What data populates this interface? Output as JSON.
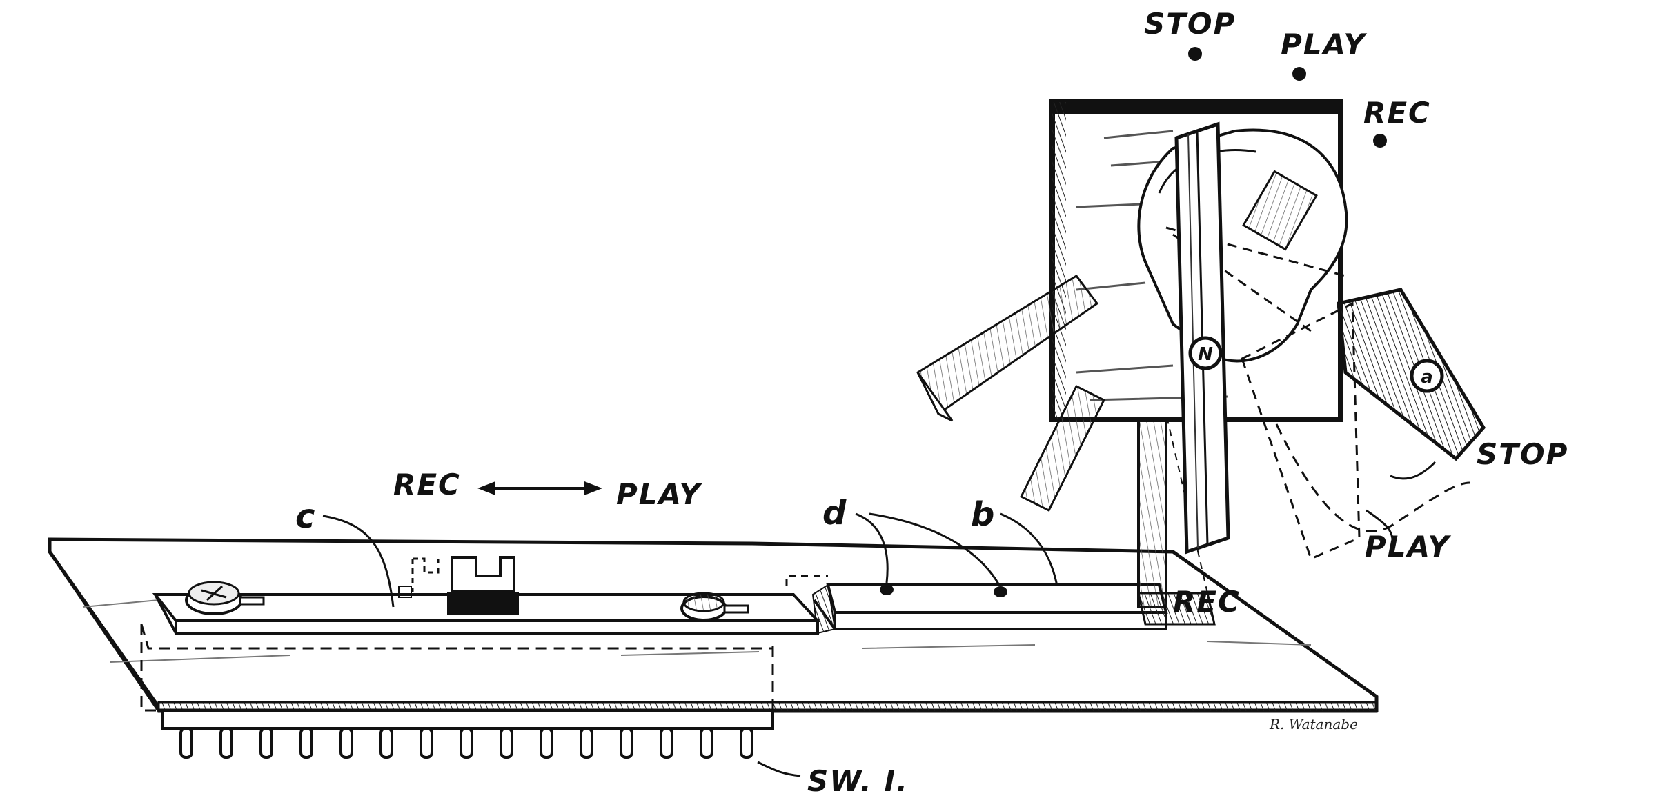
{
  "labels": {
    "stop_top": "STOP",
    "play_top": "PLAY",
    "rec_top": "REC",
    "stop_side": "STOP",
    "play_side": "PLAY",
    "rec_side": "REC",
    "rec_play_left": "REC",
    "rec_play_right": "PLAY",
    "c": "c",
    "d": "d",
    "b": "b",
    "sw": "SW. I.",
    "hub_n": "N",
    "hub_a": "a",
    "signature": "R. Watanabe"
  }
}
